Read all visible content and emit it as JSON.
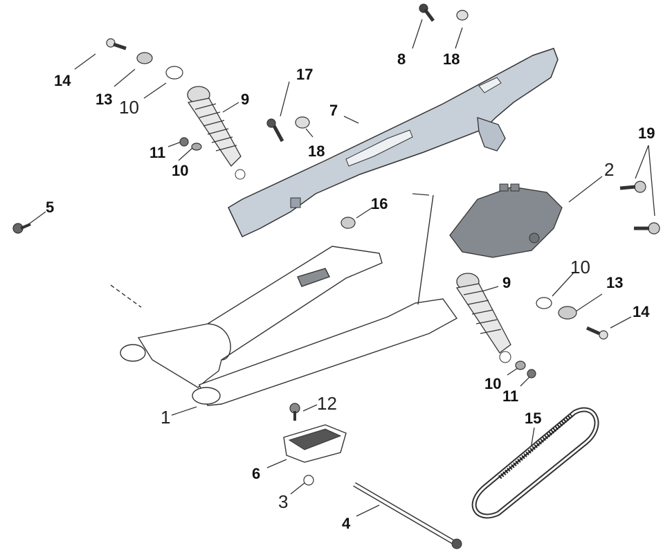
{
  "diagram": {
    "kind": "exploded-parts-view",
    "colors": {
      "line": "#2a2a2a",
      "part_fill": "#ffffff",
      "cover_fill": "#c9d1da",
      "guard_fill": "#8c9096",
      "shock_fill": "#e5e5e5"
    }
  },
  "callouts": {
    "c14a": "14",
    "c13a": "13",
    "c10a": "10",
    "c9a": "9",
    "c11a": "11",
    "c10b": "10",
    "c17": "17",
    "c7": "7",
    "c18a": "18",
    "c8": "8",
    "c18b": "18",
    "c19": "19",
    "c2": "2",
    "c5": "5",
    "c16": "16",
    "c9b": "9",
    "c10c": "10",
    "c13b": "13",
    "c14b": "14",
    "c10d": "10",
    "c11b": "11",
    "c12": "12",
    "c1": "1",
    "c6": "6",
    "c15": "15",
    "c3": "3",
    "c4": "4"
  }
}
